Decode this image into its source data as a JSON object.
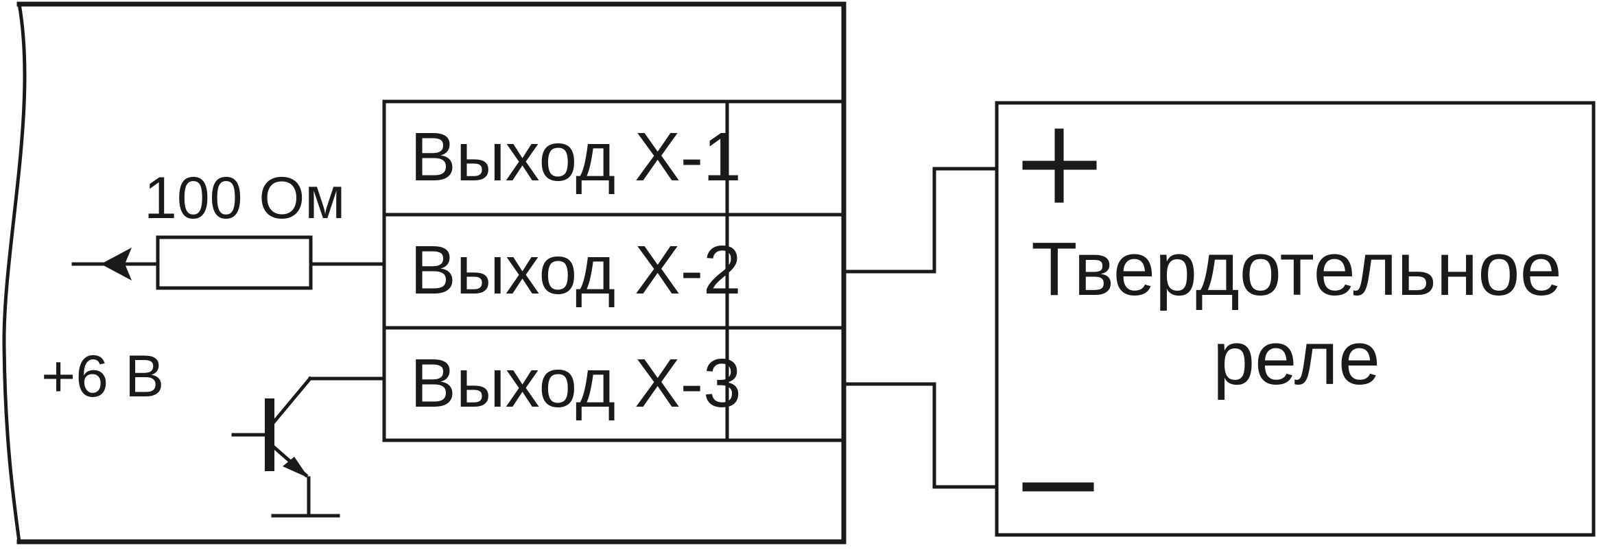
{
  "labels": {
    "resistor": "100 Ом",
    "supply": "+6 В",
    "outputs": [
      "Выход Х-1",
      "Выход Х-2",
      "Выход Х-3"
    ],
    "relay_line1": "Твердотельное",
    "relay_line2": "реле",
    "plus_sign": "+",
    "minus_sign": "−"
  }
}
